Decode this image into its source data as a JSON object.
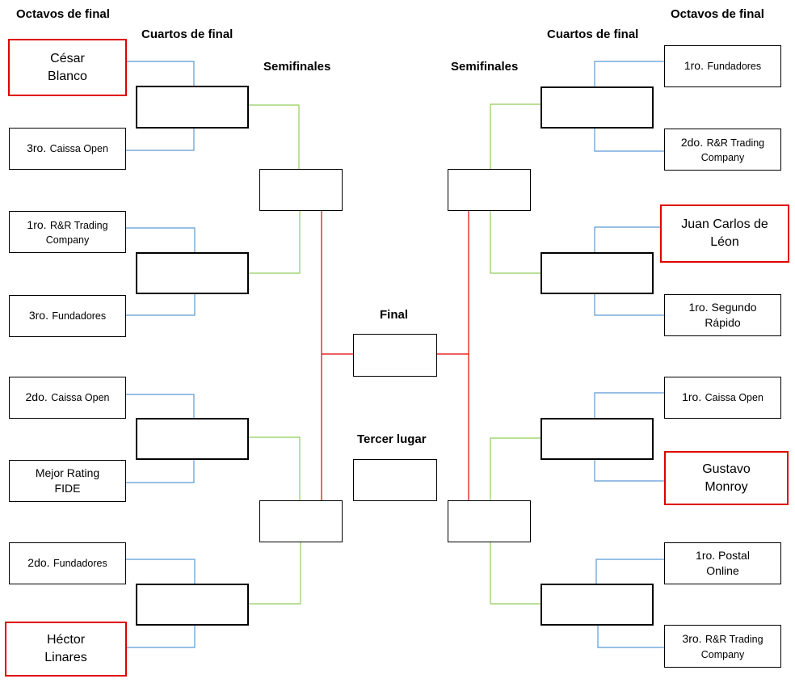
{
  "headers": {
    "octavos_left": "Octavos de final",
    "octavos_right": "Octavos de final",
    "cuartos_left": "Cuartos de final",
    "cuartos_right": "Cuartos de final",
    "semis_left": "Semifinales",
    "semis_right": "Semifinales",
    "final": "Final",
    "tercer": "Tercer lugar"
  },
  "left_octavos": [
    {
      "main": "César",
      "line2": "Blanco",
      "highlighted": true
    },
    {
      "prefix": "3ro.",
      "text": "Caissa Open"
    },
    {
      "prefix": "1ro.",
      "text": "R&R Trading",
      "line2": "Company"
    },
    {
      "prefix": "3ro.",
      "text": "Fundadores"
    },
    {
      "prefix": "2do.",
      "text": "Caissa Open"
    },
    {
      "main": "Mejor Rating",
      "line2": "FIDE"
    },
    {
      "prefix": "2do.",
      "text": "Fundadores"
    },
    {
      "main": "Héctor",
      "line2": "Linares",
      "highlighted": true
    }
  ],
  "right_octavos": [
    {
      "prefix": "1ro.",
      "text": "Fundadores"
    },
    {
      "prefix": "2do.",
      "text": "R&R Trading",
      "line2": "Company"
    },
    {
      "main": "Juan Carlos de",
      "line2": "Léon",
      "highlighted": true
    },
    {
      "main": "1ro. Segundo",
      "line2": "Rápido"
    },
    {
      "prefix": "1ro.",
      "text": "Caissa Open"
    },
    {
      "main": "Gustavo",
      "line2": "Monroy",
      "highlighted": true
    },
    {
      "main": "1ro. Postal",
      "line2": "Online"
    },
    {
      "prefix": "3ro.",
      "text": "R&R Trading",
      "line2": "Company"
    }
  ],
  "colors": {
    "octavos_connector": "#5b9bd5",
    "cuartos_connector": "#8fce5a",
    "final_connector": "#e00000",
    "highlight_border": "#e00000"
  }
}
